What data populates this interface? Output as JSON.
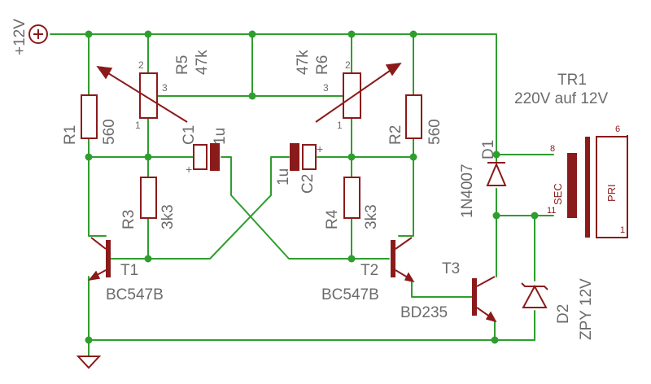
{
  "supply": {
    "label": "+12V",
    "symbol": "⊕"
  },
  "resistors": {
    "r1": {
      "name": "R1",
      "value": "560"
    },
    "r2": {
      "name": "R2",
      "value": "560"
    },
    "r3": {
      "name": "R3",
      "value": "3k3"
    },
    "r4": {
      "name": "R4",
      "value": "3k3"
    }
  },
  "pots": {
    "r5": {
      "name": "R5",
      "value": "47k",
      "pins": [
        "2",
        "3",
        "1"
      ]
    },
    "r6": {
      "name": "R6",
      "value": "47k",
      "pins": [
        "2",
        "3",
        "1"
      ]
    }
  },
  "capacitors": {
    "c1": {
      "name": "C1",
      "value": "1u",
      "plus": "+"
    },
    "c2": {
      "name": "C2",
      "value": "1u",
      "plus": "+"
    }
  },
  "transistors": {
    "t1": {
      "name": "T1",
      "part": "BC547B"
    },
    "t2": {
      "name": "T2",
      "part": "BC547B"
    },
    "t3": {
      "name": "T3",
      "part": "BD235"
    }
  },
  "diodes": {
    "d1": {
      "name": "D1",
      "part": "1N4007"
    },
    "d2": {
      "name": "D2",
      "part": "ZPY 12V"
    }
  },
  "transformer": {
    "name": "TR1",
    "rating": "220V auf 12V",
    "secondary": "SEC",
    "primary": "PRI",
    "pins": {
      "sec_top": "8",
      "sec_bottom": "11",
      "pri_top": "6",
      "pri_bottom": "1"
    }
  },
  "colors": {
    "wire": "#2e9e2e",
    "component": "#8b1a1a",
    "label": "#6b6b6b"
  }
}
